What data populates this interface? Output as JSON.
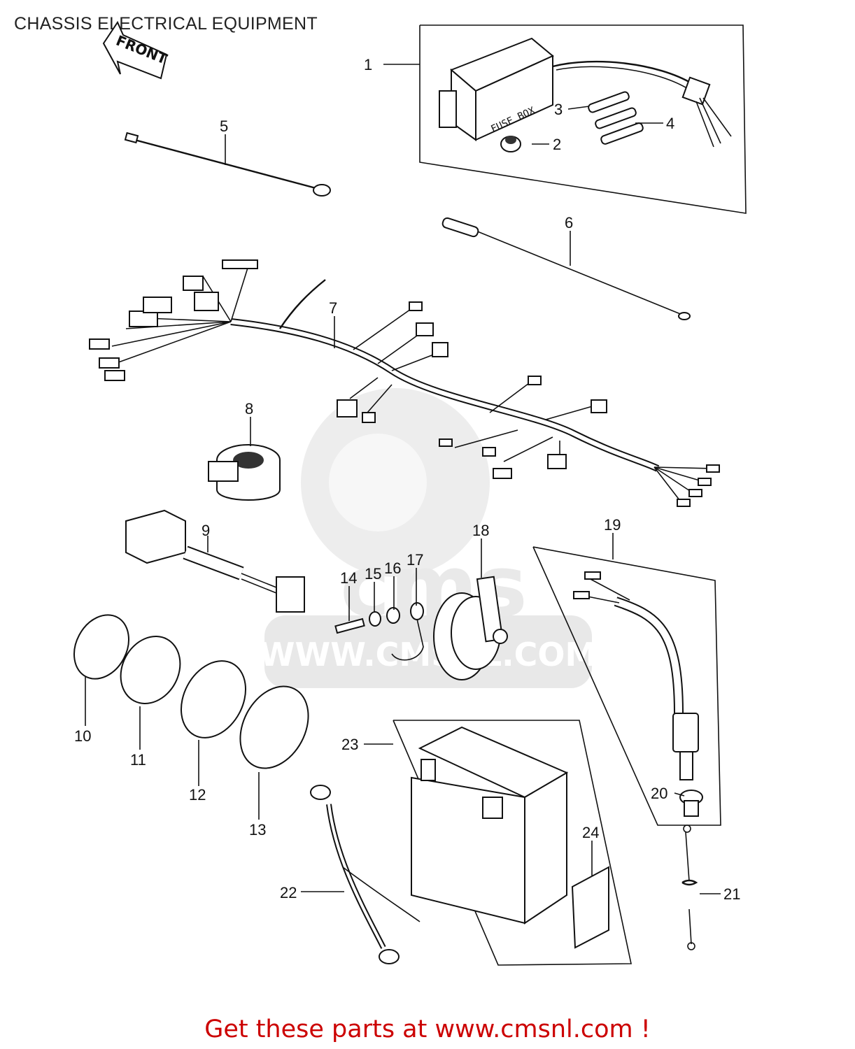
{
  "title": "CHASSIS ELECTRICAL EQUIPMENT",
  "front_label": "FRONT",
  "fuse_label": "FUSE BOX",
  "watermark": {
    "brand": "cms",
    "url": "WWW.CMSNL.COM"
  },
  "callouts": [
    "1",
    "2",
    "3",
    "4",
    "5",
    "6",
    "7",
    "8",
    "9",
    "10",
    "11",
    "12",
    "13",
    "14",
    "15",
    "16",
    "17",
    "18",
    "19",
    "20",
    "21",
    "22",
    "23",
    "24"
  ],
  "cta": "Get these parts at www.cmsnl.com !",
  "colors": {
    "cta": "#cc0000",
    "line": "#111111",
    "watermark": "#e6e6e6"
  }
}
